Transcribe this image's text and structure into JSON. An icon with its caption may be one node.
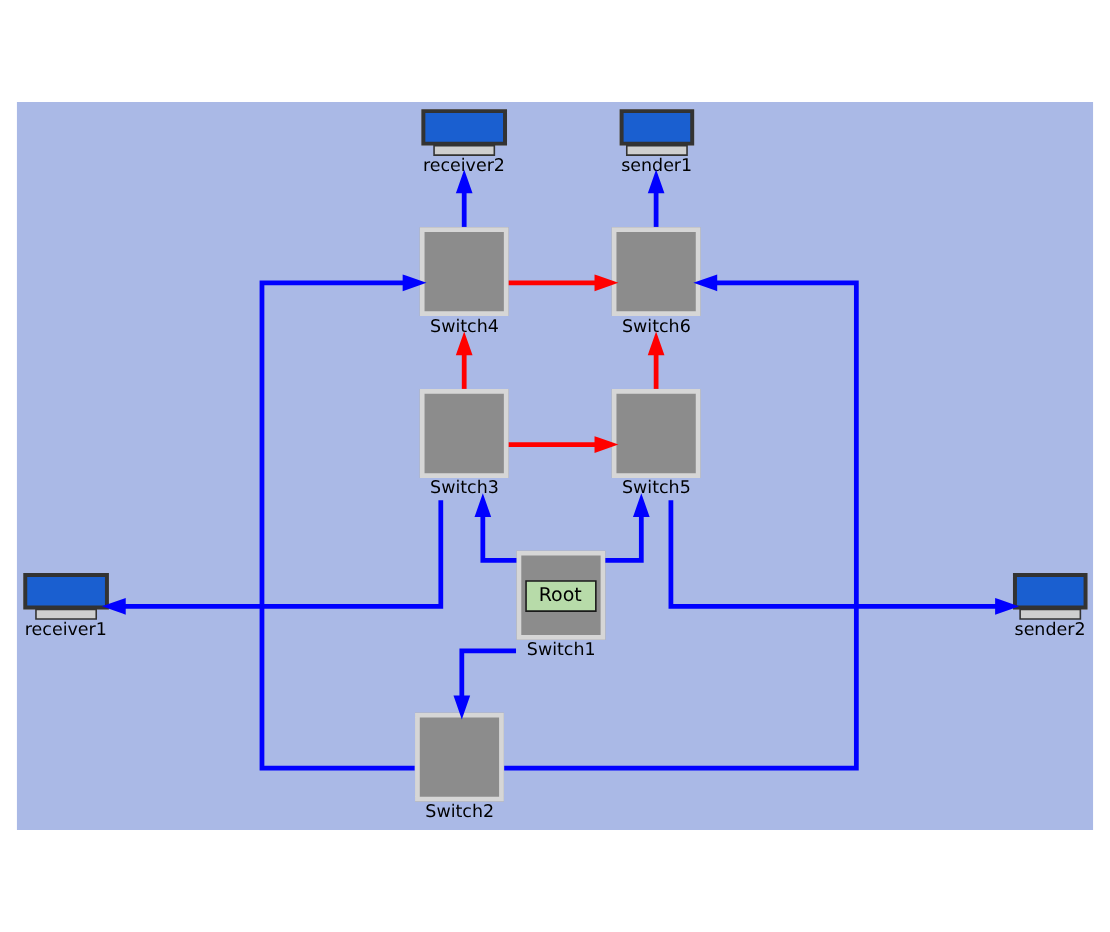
{
  "diagram": {
    "nodes": [
      {
        "text": [
          "receiver2"
        ]
      },
      {
        "text": [
          "sender1"
        ]
      },
      {
        "text": [
          "Switch4"
        ]
      },
      {
        "text": [
          "Switch6"
        ]
      },
      {
        "text": [
          "Switch3"
        ]
      },
      {
        "text": [
          "Switch5"
        ]
      },
      {
        "text": [
          "receiver1"
        ]
      },
      {
        "text": [
          "sender2"
        ]
      },
      {
        "text": [
          "Root",
          "Switch1"
        ]
      },
      {
        "text": [
          "Switch2"
        ]
      }
    ],
    "edges": [
      {
        "from": 2,
        "to": 0,
        "arrow": "to"
      },
      {
        "from": 3,
        "to": 1,
        "arrow": "to"
      },
      {
        "from": 2,
        "to": 3,
        "arrow": "to",
        "color": "#ff0000"
      },
      {
        "from": 4,
        "to": 2,
        "arrow": "to",
        "color": "#ff0000"
      },
      {
        "from": 5,
        "to": 3,
        "arrow": "to",
        "color": "#ff0000"
      },
      {
        "from": 4,
        "to": 5,
        "arrow": "to",
        "color": "#ff0000"
      },
      {
        "from": 4,
        "to": 6,
        "arrow": "to"
      },
      {
        "from": 5,
        "to": 7,
        "arrow": "to"
      },
      {
        "from": 8,
        "to": 4,
        "arrow": "to"
      },
      {
        "from": 8,
        "to": 5,
        "arrow": "to"
      },
      {
        "from": 8,
        "to": 9,
        "arrow": "to"
      },
      {
        "from": 9,
        "to": 2,
        "arrow": "to"
      },
      {
        "from": 9,
        "to": 3,
        "arrow": "to"
      }
    ]
  }
}
